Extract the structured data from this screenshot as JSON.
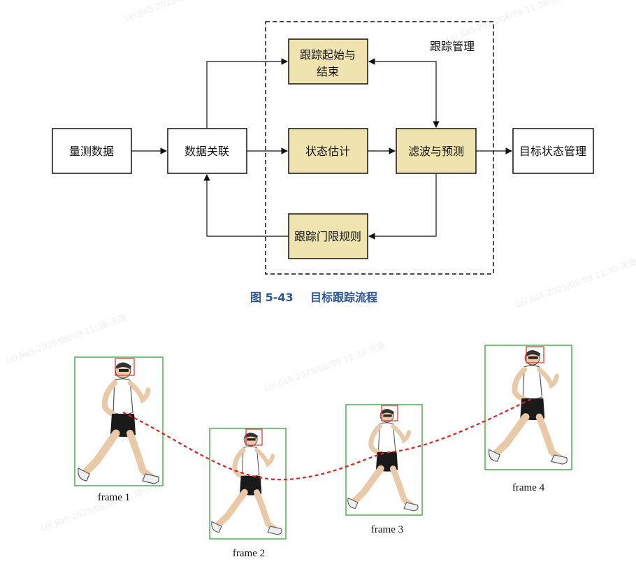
{
  "flowchart": {
    "container_label": "跟踪管理",
    "nodes": {
      "measurement": "量测数据",
      "association": "数据关联",
      "track_init_line1": "跟踪起始与",
      "track_init_line2": "结束",
      "state_estimation": "状态估计",
      "filter_predict": "滤波与预测",
      "gate_rules": "跟踪门限规则",
      "target_state_mgmt": "目标状态管理"
    },
    "colors": {
      "box_fill_plain": "#ffffff",
      "box_fill_highlight": "#efe3b0",
      "caption": "#2a55a0"
    }
  },
  "caption": {
    "figure_number": "图 5-43",
    "title": "目标跟踪流程"
  },
  "tracking_frames": {
    "labels": [
      "frame 1",
      "frame 2",
      "frame 3",
      "frame 4"
    ],
    "colors": {
      "body_box": "#4caf50",
      "head_box": "#e53935",
      "trajectory": "#e02020"
    }
  },
  "watermark": "Lei.Jia5-2025/08/09 11:38-天晟"
}
